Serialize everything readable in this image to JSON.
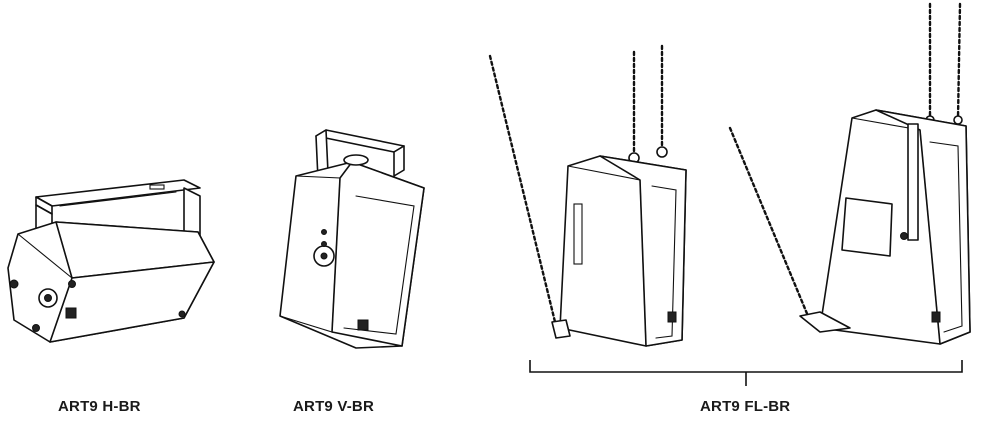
{
  "figure": {
    "items": [
      {
        "id": "h-br",
        "caption": "ART9 H-BR"
      },
      {
        "id": "v-br",
        "caption": "ART9 V-BR"
      },
      {
        "id": "fl-br",
        "caption": "ART9 FL-BR"
      }
    ]
  }
}
